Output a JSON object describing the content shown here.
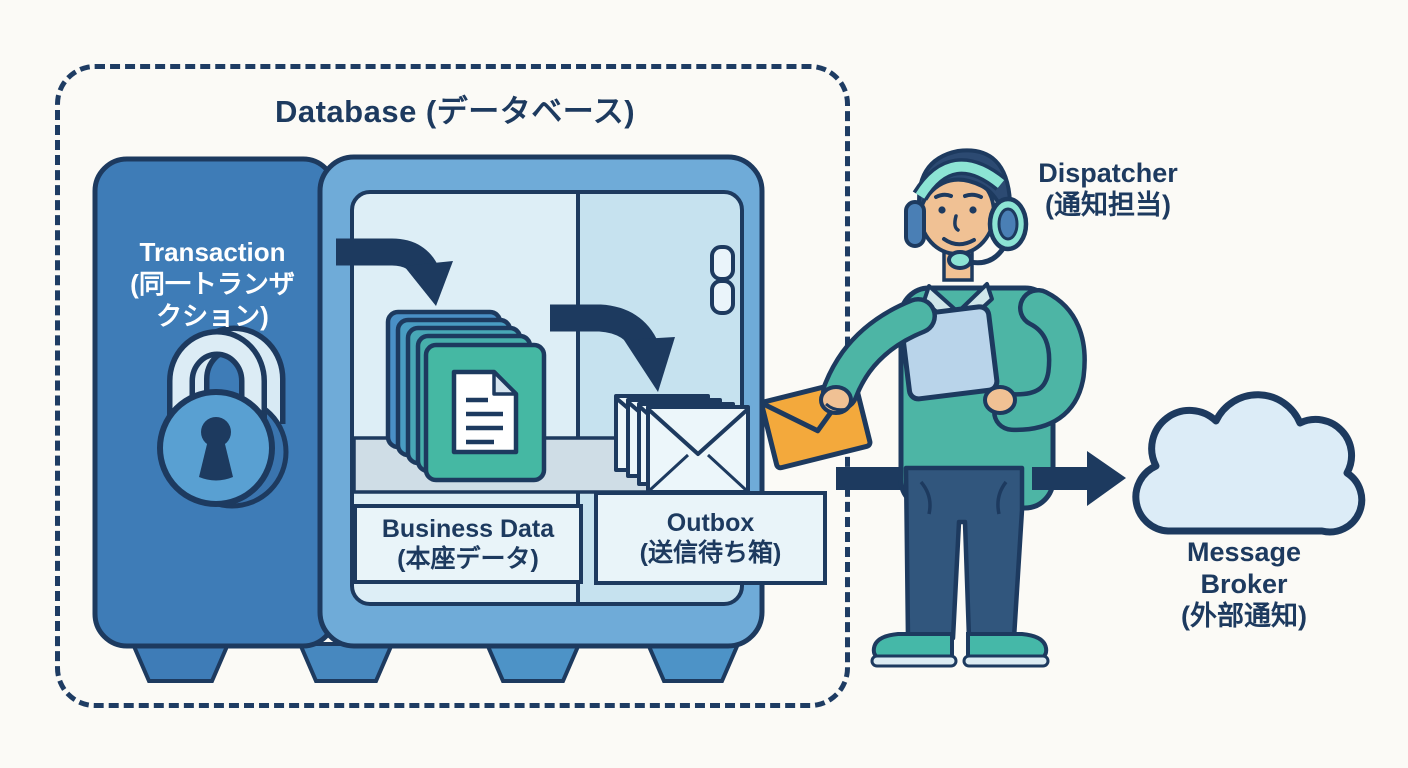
{
  "labels": {
    "database_title": "Database (データベース)",
    "transaction": [
      "Transaction",
      "(同一トランザ",
      "クション)"
    ],
    "business_data": [
      "Business Data",
      "(本座データ)"
    ],
    "outbox": [
      "Outbox",
      "(送信待ち箱)"
    ],
    "dispatcher": [
      "Dispatcher",
      "(通知担当)"
    ],
    "message_broker": [
      "Message",
      "Broker",
      "(外部通知)"
    ]
  },
  "icons": [
    "lock-icon",
    "document-stack-icon",
    "document-icon",
    "envelope-stack-icon",
    "orange-envelope-icon",
    "headset-icon",
    "tablet-icon",
    "dispatcher-person",
    "cloud-icon",
    "curved-arrow-into-business-data",
    "curved-arrow-business-to-outbox",
    "flow-arrow-outbox-to-dispatcher",
    "flow-arrow-dispatcher-to-broker",
    "dashed-database-boundary"
  ],
  "colors": {
    "background": "#fbfaf6",
    "outline_navy": "#1d3a5f",
    "safe_side_panel": "#3e7cb7",
    "safe_body": "#6fabd8",
    "inner_panel_left": "#ddeef6",
    "inner_panel_right": "#c6e2ef",
    "shelf_band": "#cfdde6",
    "lock_body": "#59a0d2",
    "document_teal": "#45b8a3",
    "document_blue": "#4a90c6",
    "envelope_light": "#ecf6fa",
    "envelope_orange": "#f3a93c",
    "sweater_teal": "#4db5a5",
    "pants_navy": "#31567d",
    "skin": "#f0c194",
    "hair": "#2c4a72",
    "headset_mint": "#8ce4d4",
    "tablet_blue": "#b9d4ea",
    "cloud_fill": "#dcecf7",
    "label_box_fill": "#e9f4f9"
  }
}
